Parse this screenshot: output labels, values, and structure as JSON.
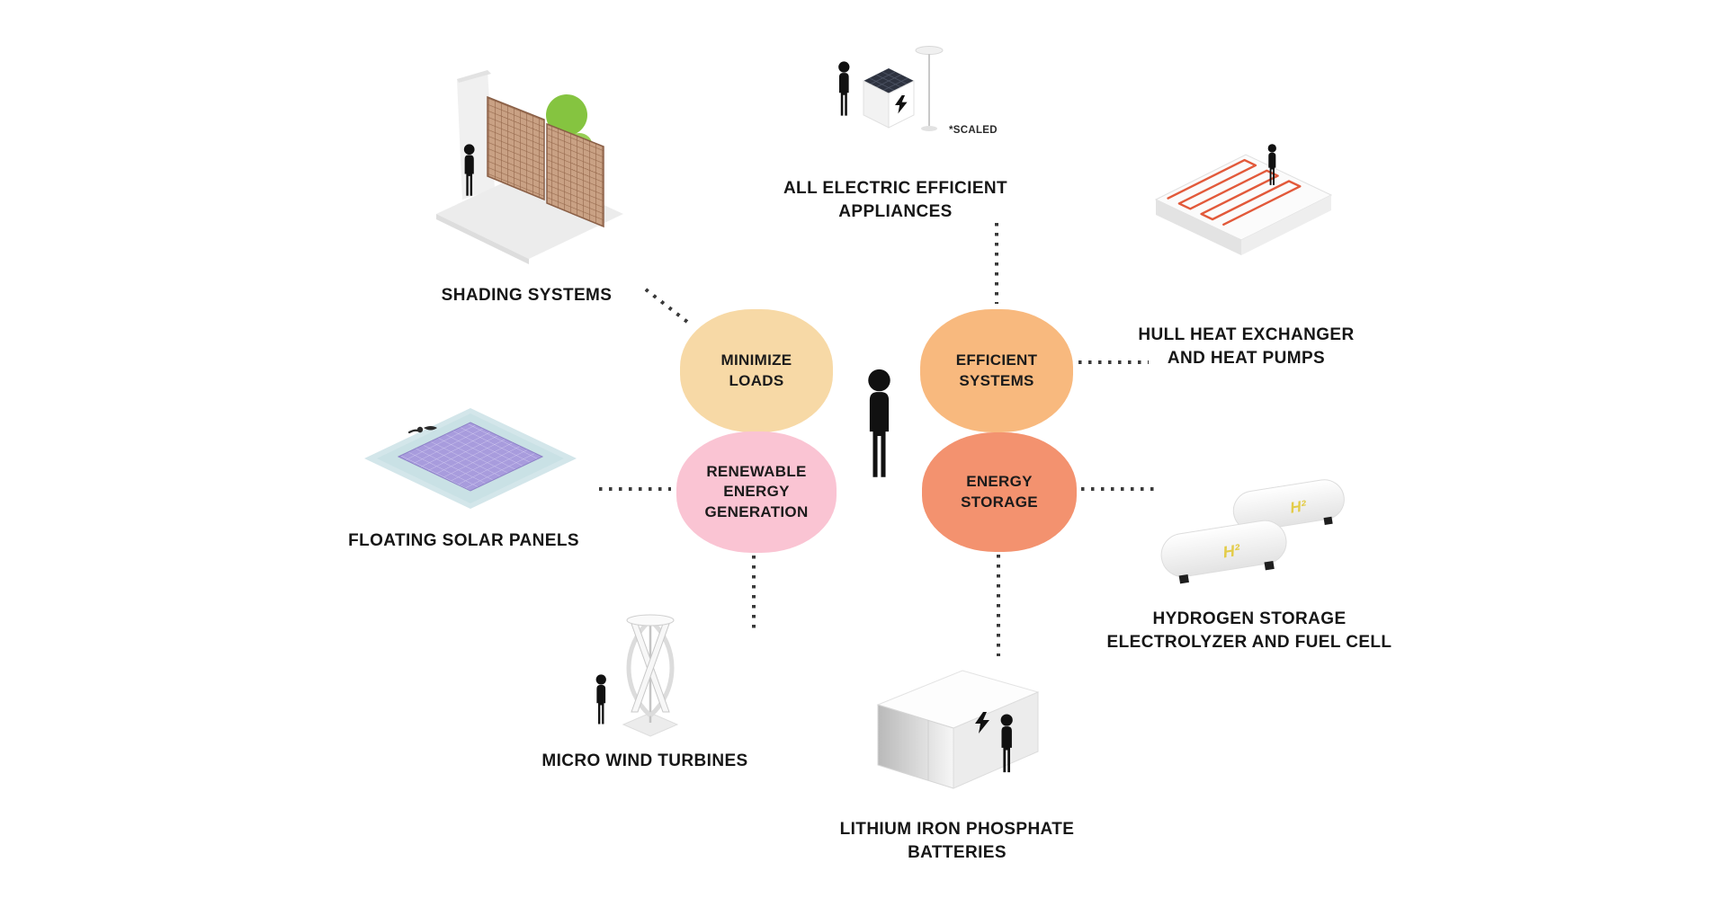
{
  "diagram": {
    "title": "Energy concept diagram",
    "center": {
      "icon": "person-icon"
    },
    "bubbles": {
      "minimize_loads": {
        "label": "MINIMIZE\nLOADS",
        "color": "#f7d9a6"
      },
      "efficient_systems": {
        "label": "EFFICIENT\nSYSTEMS",
        "color": "#f8b97e"
      },
      "renewable_energy": {
        "label": "RENEWABLE\nENERGY\nGENERATION",
        "color": "#fac4d3"
      },
      "energy_storage": {
        "label": "ENERGY\nSTORAGE",
        "color": "#f3926f"
      }
    },
    "nodes": {
      "shading": {
        "label": "SHADING SYSTEMS",
        "icon": "shading-panels-illustration"
      },
      "appliances": {
        "label": "ALL ELECTRIC EFFICIENT\nAPPLIANCES",
        "note": "*SCALED",
        "icon": "appliance-cube-illustration"
      },
      "hull": {
        "label": "HULL HEAT EXCHANGER\nAND HEAT PUMPS",
        "icon": "hull-heat-exchanger-illustration"
      },
      "solar": {
        "label": "FLOATING SOLAR PANELS",
        "icon": "floating-solar-illustration"
      },
      "wind": {
        "label": "MICRO WIND TURBINES",
        "icon": "micro-wind-turbine-illustration"
      },
      "batteries": {
        "label": "LITHIUM IRON PHOSPHATE\nBATTERIES",
        "icon": "battery-box-illustration"
      },
      "hydrogen": {
        "label": "HYDROGEN STORAGE\nELECTROLYZER AND FUEL CELL",
        "tank_label": "H²",
        "icon": "hydrogen-tanks-illustration"
      }
    }
  }
}
